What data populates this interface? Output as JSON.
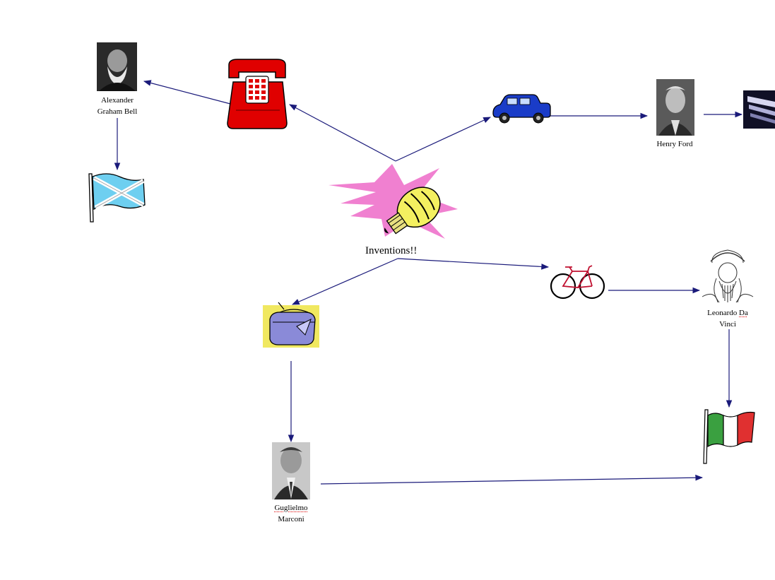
{
  "center": {
    "title": "Inventions!!",
    "icon": "lightbulb-icon"
  },
  "nodes": {
    "telephone": {
      "icon": "telephone-icon"
    },
    "bell": {
      "name": "Alexander Graham Bell",
      "line1": "Alexander",
      "line2": "Graham Bell"
    },
    "scotland": {
      "icon": "scotland-flag-icon"
    },
    "car": {
      "icon": "car-icon"
    },
    "ford": {
      "name": "Henry Ford"
    },
    "usa": {
      "icon": "usa-flag-icon"
    },
    "bicycle": {
      "icon": "bicycle-icon"
    },
    "davinci": {
      "line1_plain": "Leonardo ",
      "line1_squig": "Da",
      "line2": "Vinci"
    },
    "italy": {
      "icon": "italy-flag-icon"
    },
    "radio": {
      "icon": "radio-icon"
    },
    "marconi": {
      "line1": "Guglielmo",
      "line2": "Marconi"
    }
  },
  "colors": {
    "arrow": "#1a1a7a",
    "telephone": "#e00000",
    "car": "#1a3cc8",
    "burst": "#f080d0",
    "bulb": "#f4f060"
  }
}
